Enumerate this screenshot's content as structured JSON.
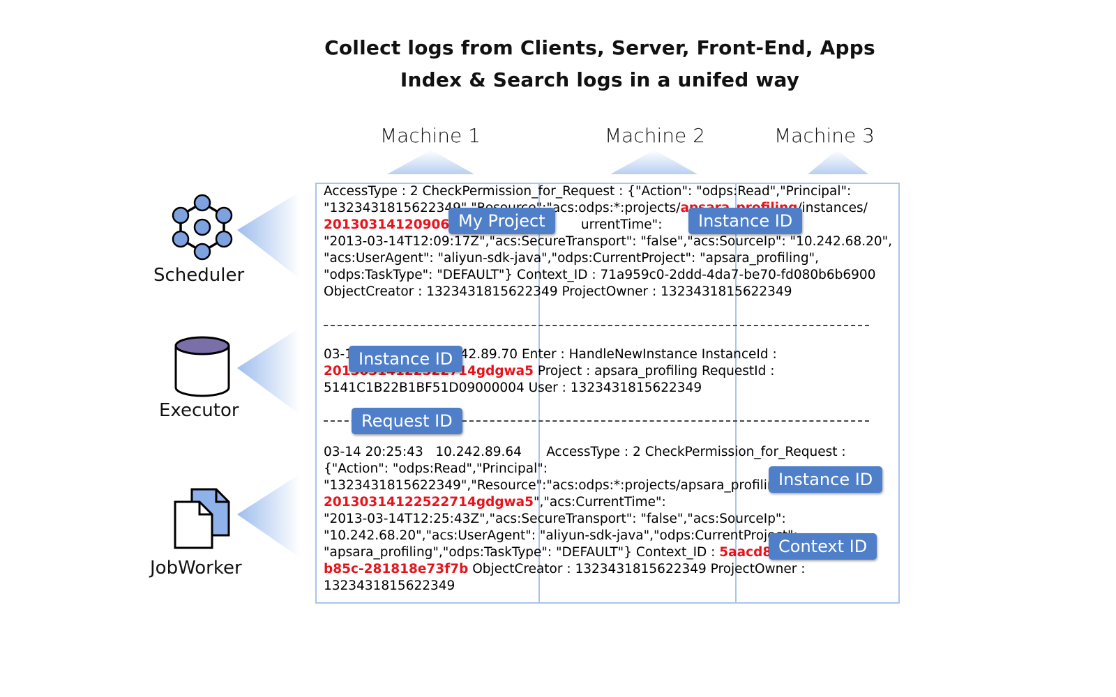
{
  "titles": {
    "line1": "Collect logs from Clients, Server, Front-End, Apps",
    "line2": "Index & Search logs in a unifed way"
  },
  "machines": [
    "Machine 1",
    "Machine 2",
    "Machine 3"
  ],
  "components": [
    {
      "label": "Scheduler",
      "icon": "network-hub-icon"
    },
    {
      "label": "Executor",
      "icon": "database-cylinder-icon"
    },
    {
      "label": "JobWorker",
      "icon": "documents-icon"
    }
  ],
  "log1": {
    "line1": "AccessType : 2 CheckPermission_for_Request : {\"Action\": \"odps:Read\",\"Principal\":",
    "line2a": "\"1323431815622349\",\"Resource\":\"acs:odps:*:projects/",
    "line2b": "apsara_profiling",
    "line2c": "/instances/",
    "line3a": "20130314120906820",
    "line3b": "urrentTime\":",
    "line4": "\"2013-03-14T12:09:17Z\",\"acs:SecureTransport\": \"false\",\"acs:SourceIp\": \"10.242.68.20\",",
    "line5": "\"acs:UserAgent\": \"aliyun-sdk-java\",\"odps:CurrentProject\": \"apsara_profiling\",",
    "line6": "\"odps:TaskType\": \"DEFAULT\"} Context_ID : 71a959c0-2ddd-4da7-be70-fd080b6b6900",
    "line7": "ObjectCreator : 1323431815622349 ProjectOwner : 1323431815622349"
  },
  "log2": {
    "line1": "03-14 20:25:43  10.242.89.70 Enter : HandleNewInstance InstanceId :",
    "line2a": "20130314122522714gdgwa5",
    "line2b": " Project : apsara_profiling RequestId :",
    "line3": "5141C1B22B1BF51D09000004 User : 1323431815622349"
  },
  "log3": {
    "line1": "03-14 20:25:43   10.242.89.64      AccessType : 2 CheckPermission_for_Request :",
    "line2": "{\"Action\": \"odps:Read\",\"Principal\":",
    "line3": "\"1323431815622349\",\"Resource\":\"acs:odps:*:projects/apsara_profiling/instances/",
    "line4a": "20130314122522714gdgwa5",
    "line4b": "\",\"acs:CurrentTime\":",
    "line5": "\"2013-03-14T12:25:43Z\",\"acs:SecureTransport\": \"false\",\"acs:SourceIp\":",
    "line6": "\"10.242.68.20\",\"acs:UserAgent\": \"aliyun-sdk-java\",\"odps:CurrentProject\":",
    "line7a": "\"apsara_profiling\",\"odps:TaskType\": \"DEFAULT\"} Context_ID : ",
    "line7b": "5aacd8eb-43ee-4e87-",
    "line8a": "b85c-281818e73f7b",
    "line8b": " ObjectCreator : 1323431815622349 ProjectOwner :",
    "line9": "1323431815622349"
  },
  "tags": {
    "my_project": "My Project",
    "instance_id_1": "Instance ID",
    "instance_id_2": "Instance ID",
    "request_id": "Request ID",
    "instance_id_3": "Instance ID",
    "context_id": "Context ID"
  },
  "colors": {
    "highlight_red": "#e8121b",
    "tag_blue": "#4f7fc9",
    "box_border": "#a9c4ea",
    "beam_blue": "#7fa8e8"
  }
}
